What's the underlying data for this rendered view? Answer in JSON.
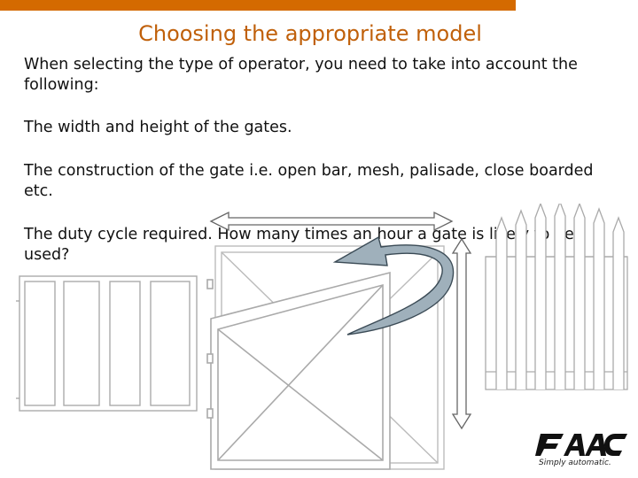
{
  "slide": {
    "title": "Choosing the appropriate model",
    "paragraphs": [
      "When selecting the type of operator, you need to take into account the following:",
      "The width and height of the gates.",
      "The construction of the gate i.e. open bar, mesh, palisade, close boarded etc.",
      "The duty cycle required. How many times an hour a gate is likely to be used?"
    ]
  },
  "logo": {
    "brand": "FAAC",
    "tagline": "Simply automatic."
  },
  "colors": {
    "accent_bar": "#d46a00",
    "title": "#c0600a",
    "arrow_fill": "#9fb0bb"
  },
  "icons": [
    "width-arrow-icon",
    "height-arrow-icon",
    "swing-arrow-icon"
  ]
}
